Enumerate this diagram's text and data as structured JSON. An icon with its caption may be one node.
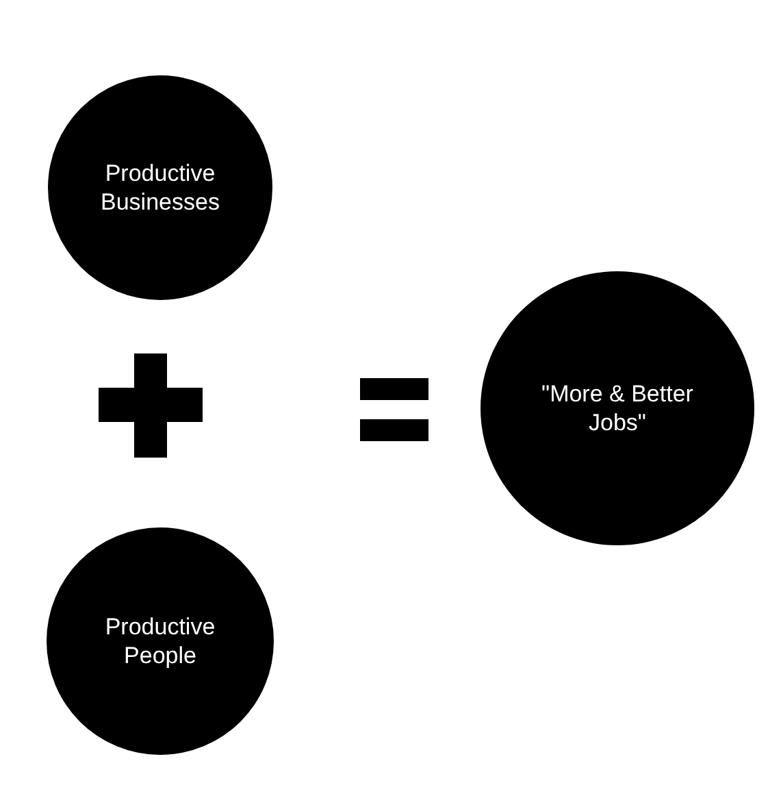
{
  "diagram": {
    "nodes": [
      {
        "text": [
          "Productive Businesses"
        ]
      },
      {
        "text": [
          "Productive People"
        ]
      },
      {
        "text": [
          "\"More & Better Jobs\""
        ]
      }
    ]
  }
}
